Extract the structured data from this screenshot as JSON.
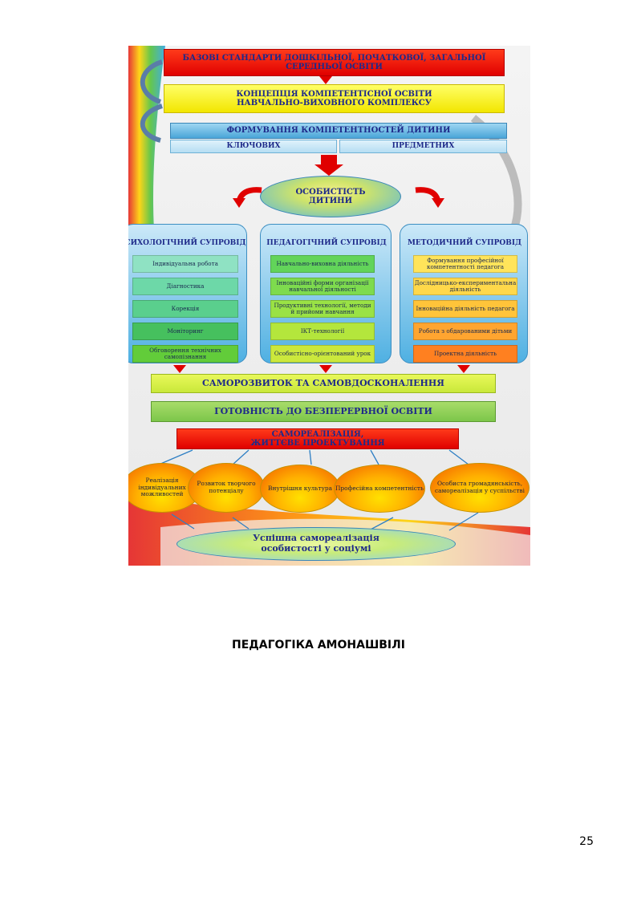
{
  "diagram": {
    "standards": "БАЗОВІ СТАНДАРТИ ДОШКІЛЬНОЇ, ПОЧАТКОВОЇ, ЗАГАЛЬНОЇ СЕРЕДНЬОЇ ОСВІТИ",
    "concept_line1": "КОНЦЕПЦІЯ КОМПЕТЕНТІСНОЇ ОСВІТИ",
    "concept_line2": "НАВЧАЛЬНО-ВИХОВНОГО КОМПЛЕКСУ",
    "forming": "ФОРМУВАННЯ КОМПЕТЕНТНОСТЕЙ ДИТИНИ",
    "key": "КЛЮЧОВИХ",
    "subject": "ПРЕДМЕТНИХ",
    "personality_line1": "ОСОБИСТІСТЬ",
    "personality_line2": "ДИТИНИ",
    "columns": [
      {
        "title": "СИХОЛОГІЧНИЙ СУПРОВІД",
        "items": [
          "Індивідуальна робота",
          "Діагностика",
          "Корекція",
          "Моніторинг",
          "Обговорення технічних самопізнання"
        ]
      },
      {
        "title": "ПЕДАГОГІЧНИЙ СУПРОВІД",
        "items": [
          "Навчально-виховна діяльність",
          "Інноваційні форми організації навчальної діяльності",
          "Продуктивні технології, методи й прийоми навчання",
          "ІКТ-технології",
          "Особистісно-орієнтований урок"
        ]
      },
      {
        "title": "МЕТОДИЧНИЙ СУПРОВІД",
        "items": [
          "Формування професійної компетентності педагога",
          "Дослідницько-експериментальна діяльність",
          "Інноваційна діяльність педагога",
          "Робота з обдарованими дітьми",
          "Проектна діяльність"
        ]
      }
    ],
    "self_development": "САМОРОЗВИТОК ТА САМОВДОСКОНАЛЕННЯ",
    "readiness": "ГОТОВНІСТЬ ДО БЕЗПЕРЕРВНОЇ ОСВІТИ",
    "self_realization_line1": "САМОРЕАЛІЗАЦІЯ,",
    "self_realization_line2": "ЖИТТЄВЕ ПРОЕКТУВАННЯ",
    "outcomes": [
      "Реалізація індивідуальних можливостей",
      "Розвиток творчого потенціалу",
      "Внутрішня культура",
      "Професійна компетентність",
      "Особиста громадянськість, самореалізація у суспільстві"
    ],
    "success_line1": "Успішна самореалізація",
    "success_line2": "особистості у соціумі"
  },
  "caption": "ПЕДАГОГІКА АМОНАШВІЛІ",
  "page_number": "25",
  "colors": {
    "red": "#e00000",
    "yellow": "#f2e600",
    "blue": "#4aa5d8",
    "lime": "#ccee33",
    "green": "#8fd14f",
    "text_blue": "#1e2a8a"
  }
}
